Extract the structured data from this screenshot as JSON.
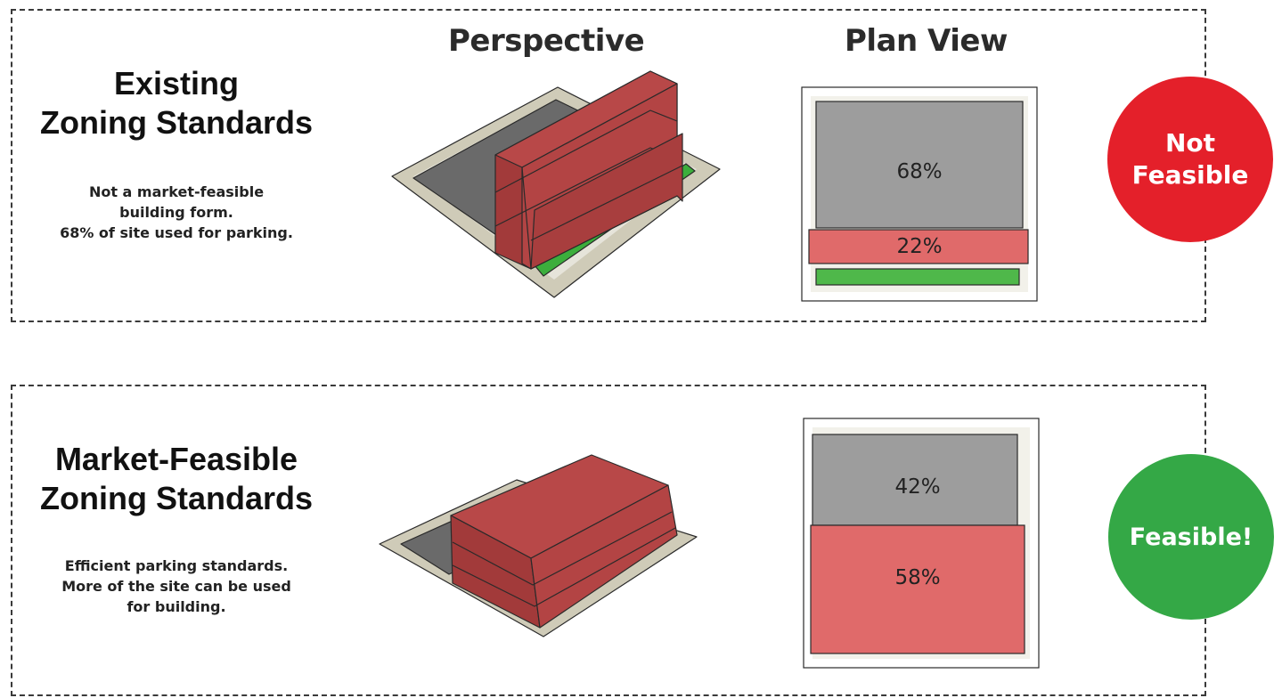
{
  "columns": {
    "perspective": "Perspective",
    "plan_view": "Plan View"
  },
  "scenarios": [
    {
      "title_line1": "Existing",
      "title_line2": "Zoning Standards",
      "desc_line1": "Not a market-feasible",
      "desc_line2": "building form.",
      "desc_line3": "68% of site used for parking.",
      "plan": {
        "parking_pct": "68%",
        "building_pct": "22%"
      },
      "verdict_line1": "Not",
      "verdict_line2": "Feasible",
      "verdict_color": "#e4202a"
    },
    {
      "title_line1": "Market-Feasible",
      "title_line2": "Zoning Standards",
      "desc_line1": "Efficient parking standards.",
      "desc_line2": "More of the site can be used",
      "desc_line3": "for building.",
      "plan": {
        "parking_pct": "42%",
        "building_pct": "58%"
      },
      "verdict_line1": "Feasible!",
      "verdict_color": "#34a846"
    }
  ],
  "colors": {
    "parking": "#9d9d9d",
    "building": "#e06a6a",
    "landscape": "#4fb84a",
    "site_border": "#cfcbb8"
  }
}
